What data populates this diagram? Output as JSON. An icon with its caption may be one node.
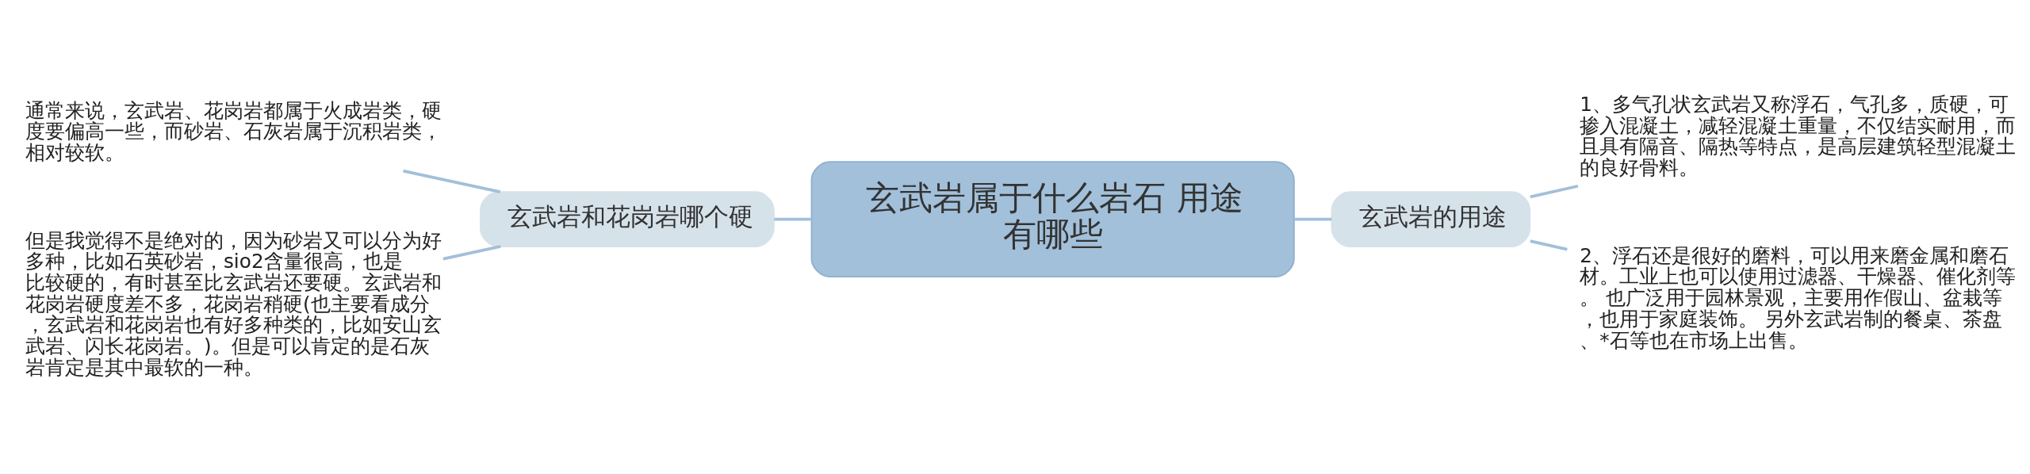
{
  "diagram": {
    "nodes": [
      {
        "text": [
          "玄武岩属于什么岩石 用途有哪些"
        ]
      },
      {
        "text": [
          "玄武岩和花岗岩哪个硬"
        ]
      },
      {
        "text": [
          "通常来说，玄武岩、花岗岩都属于火成岩类，硬度要偏高一些，而砂岩、石灰岩属于沉积岩类，相对较软。"
        ]
      },
      {
        "text": [
          "但是我觉得不是绝对的，因为砂岩又可以分为好多种，比如石英砂岩，sio2含量很高，也是比较硬的，有时甚至比玄武岩还要硬。玄武岩和花岗岩硬度差不多，花岗岩稍硬(也主要看成分，玄武岩和花岗岩也有好多种类的，比如安山玄武岩、闪长花岗岩。)。但是可以肯定的是石灰岩肯定是其中最软的一种。"
        ]
      },
      {
        "text": [
          "玄武岩的用途"
        ]
      },
      {
        "text": [
          "1、多气孔状玄武岩又称浮石，气孔多，质硬，可掺入混凝土，减轻混凝土重量，不仅结实耐用，而且具有隔音、隔热等特点，是高层建筑轻型混凝土的良好骨料。"
        ]
      },
      {
        "text": [
          "2、浮石还是很好的磨料，可以用来磨金属和磨石材。工业上也可以使用过滤器、干燥器、催化剂等。 也广泛用于园林景观，主要用作假山、盆栽等，也用于家庭装饰。 另外玄武岩制的餐桌、茶盘、*石等也在市场上出售。"
        ]
      }
    ],
    "edges": [
      {
        "from": 0,
        "to": 1,
        "arrow": "none"
      },
      {
        "from": 1,
        "to": 2,
        "arrow": "none"
      },
      {
        "from": 1,
        "to": 3,
        "arrow": "none"
      },
      {
        "from": 0,
        "to": 4,
        "arrow": "none"
      },
      {
        "from": 4,
        "to": 5,
        "arrow": "none"
      },
      {
        "from": 4,
        "to": 6,
        "arrow": "none"
      }
    ]
  }
}
